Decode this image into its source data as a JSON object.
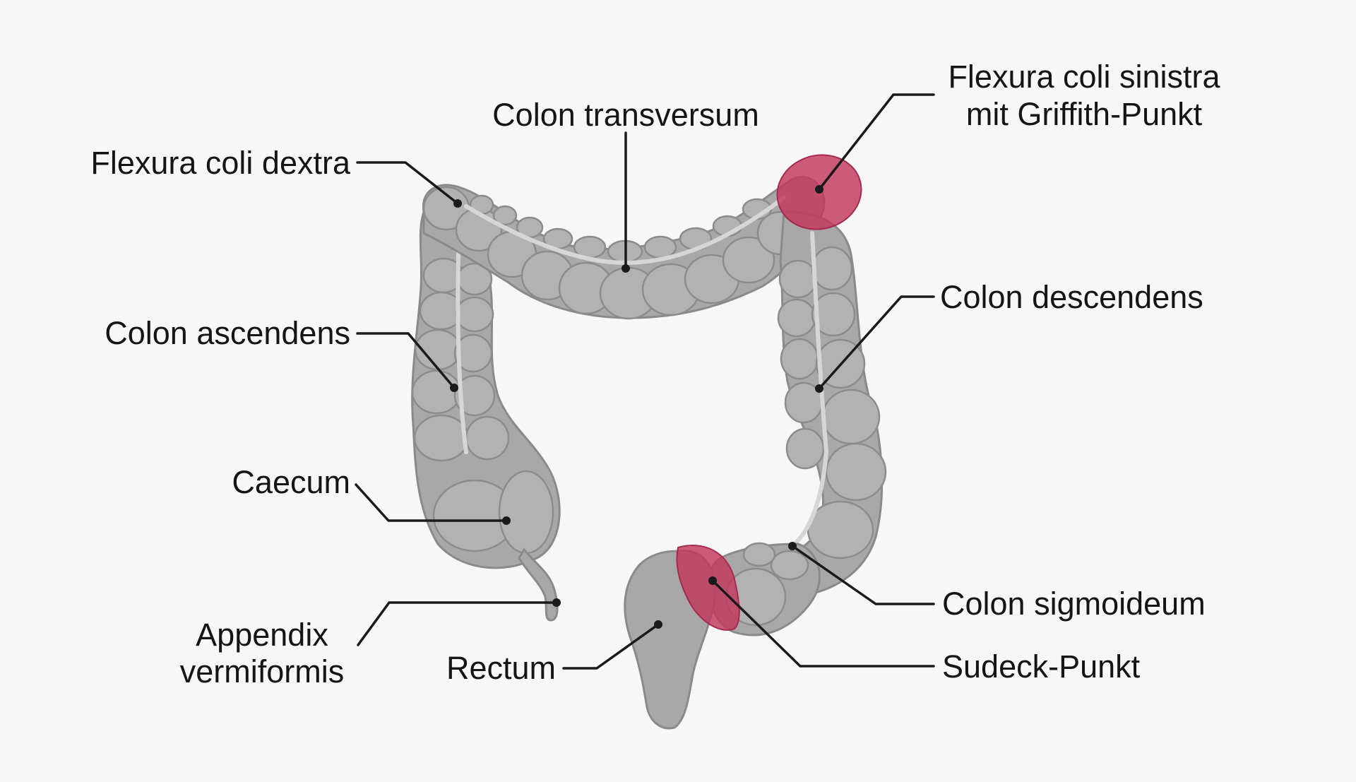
{
  "labels": {
    "colon_transversum": "Colon transversum",
    "flexura_coli_dextra": "Flexura coli dextra",
    "flexura_coli_sinistra_line1": "Flexura coli sinistra",
    "flexura_coli_sinistra_line2": "mit Griffith-Punkt",
    "colon_ascendens": "Colon ascendens",
    "colon_descendens": "Colon descendens",
    "caecum": "Caecum",
    "appendix_line1": "Appendix",
    "appendix_line2": "vermiformis",
    "rectum": "Rectum",
    "colon_sigmoideum": "Colon sigmoideum",
    "sudeck_punkt": "Sudeck-Punkt"
  },
  "colors": {
    "organ": "#a8a8a8",
    "highlight": "#c2385e",
    "background": "#f7f7f7"
  }
}
